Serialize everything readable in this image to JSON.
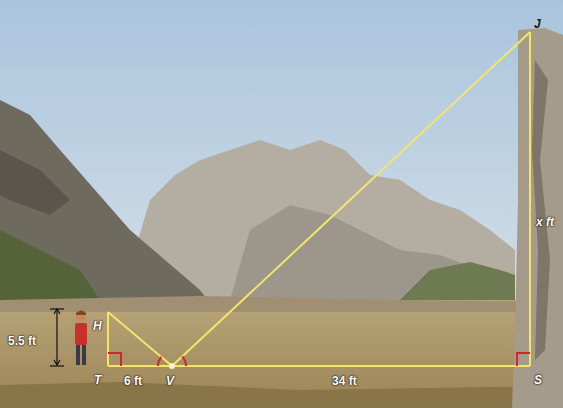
{
  "diagram": {
    "labels": [
      "J",
      "x ft",
      "H",
      "5.5 ft",
      "T",
      "6 ft",
      "V",
      "34 ft",
      "S"
    ]
  }
}
